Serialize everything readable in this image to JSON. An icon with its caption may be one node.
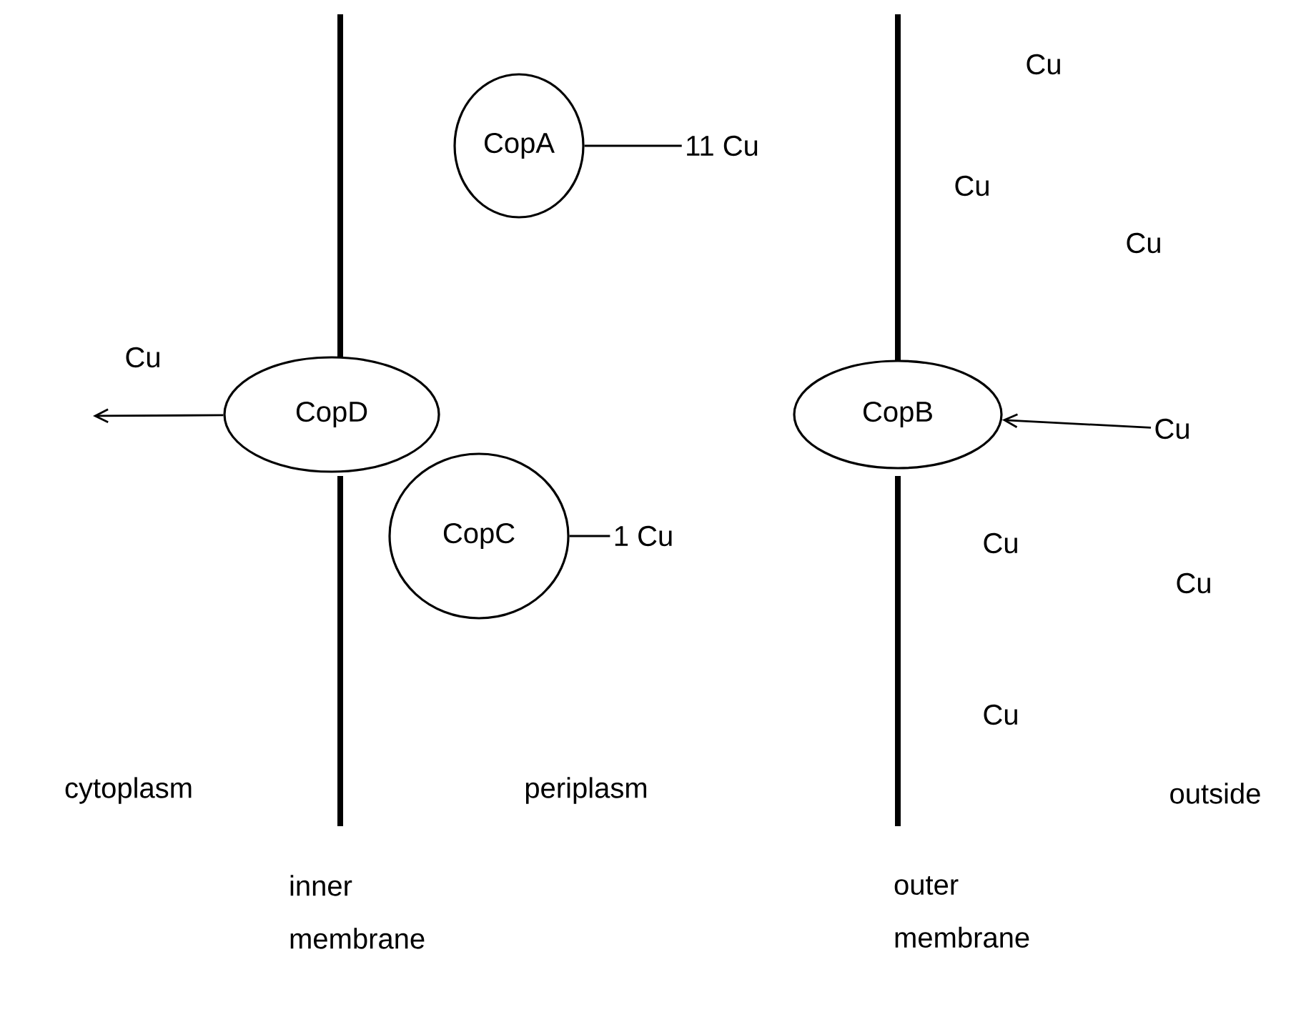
{
  "diagram": {
    "nodes": [
      {
        "text": [
          "CopA"
        ]
      },
      {
        "text": [
          "11 Cu"
        ]
      },
      {
        "text": [
          "CopD"
        ]
      },
      {
        "text": [
          "CopC"
        ]
      },
      {
        "text": [
          "1 Cu"
        ]
      },
      {
        "text": [
          "CopB"
        ]
      },
      {
        "text": [
          "Cu"
        ]
      }
    ],
    "edges": [
      {
        "from": 0,
        "to": 1,
        "arrow": "none"
      },
      {
        "from": 2,
        "to": null,
        "arrow": "to",
        "label": "Cu"
      },
      {
        "from": 3,
        "to": 4,
        "arrow": "none"
      },
      {
        "from": 6,
        "to": 5,
        "arrow": "to"
      }
    ],
    "labels": [
      "Cu",
      "Cu",
      "Cu",
      "Cu",
      "Cu",
      "Cu",
      "cytoplasm",
      "periplasm",
      "outside",
      "inner membrane",
      "outer membrane"
    ]
  }
}
